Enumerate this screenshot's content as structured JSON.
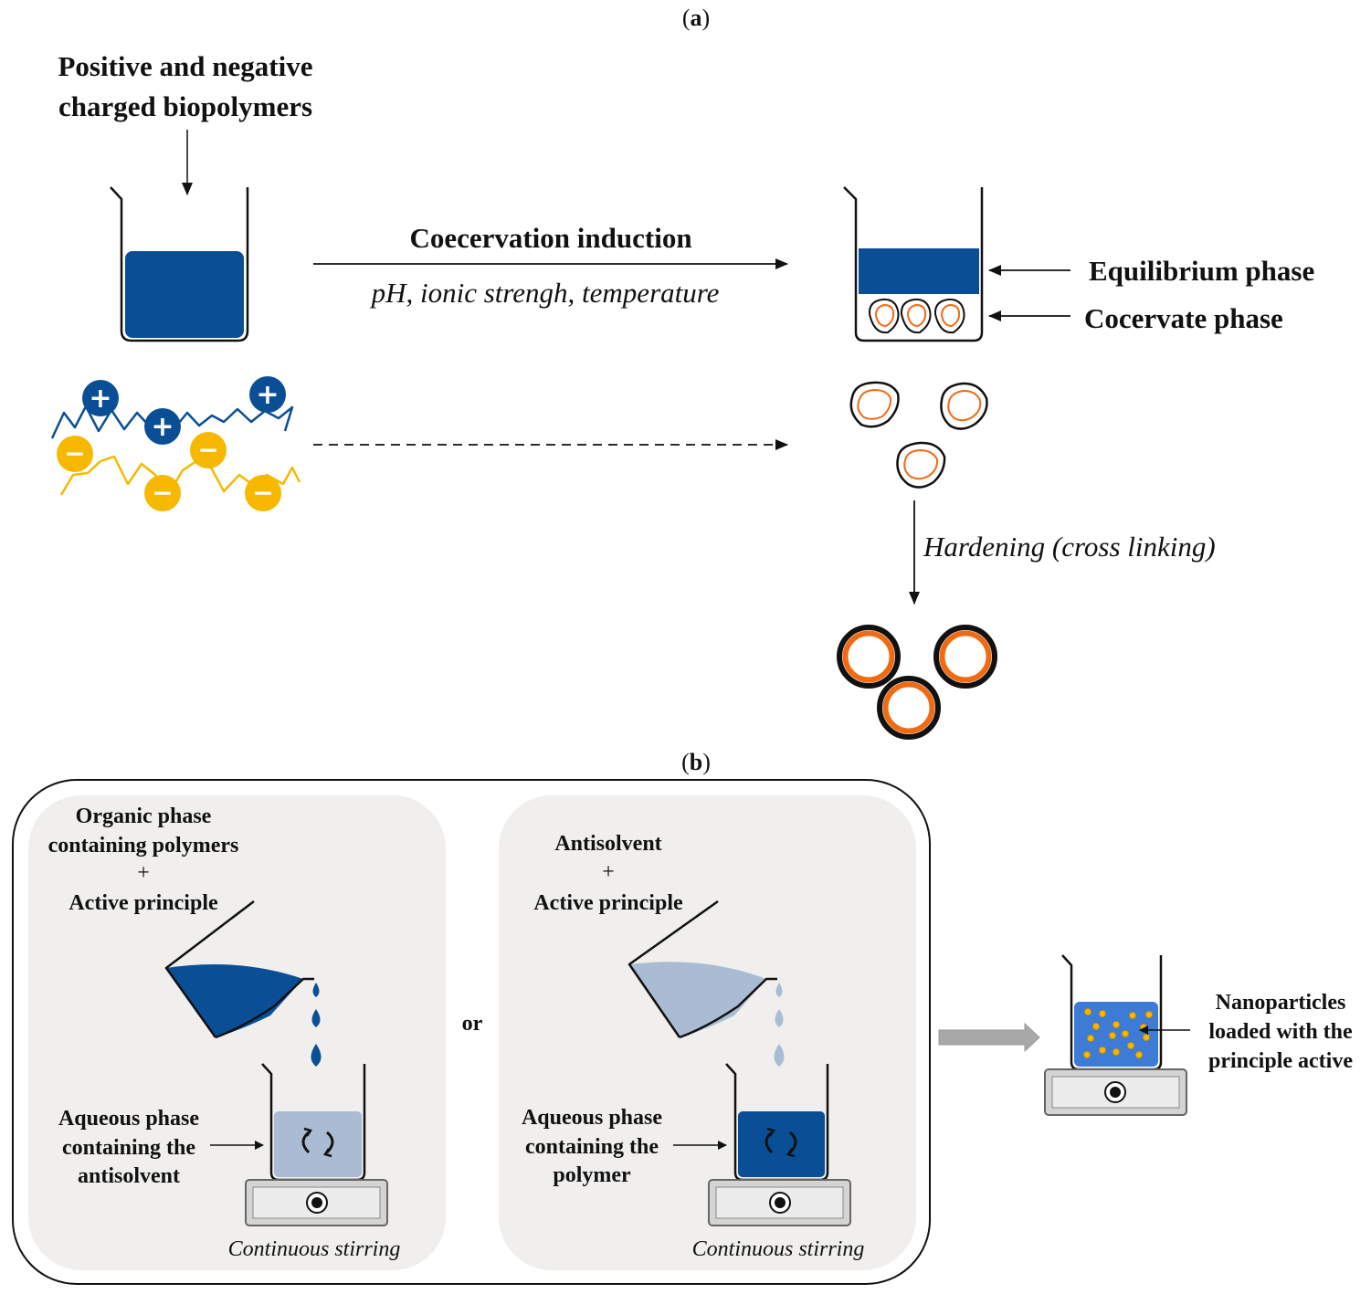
{
  "panel_a": {
    "label_open": "(",
    "label_letter": "a",
    "label_close": ")",
    "input_title_line1": "Positive and negative",
    "input_title_line2": "charged biopolymers",
    "process_title": "Coecervation induction",
    "process_conditions": "pH, ionic strengh, temperature",
    "equilibrium_label": "Equilibrium phase",
    "coacervate_label": "Cocervate phase",
    "hardening_label": "Hardening (cross linking)",
    "plus_sign": "+",
    "minus_sign": "−"
  },
  "panel_b": {
    "label_open": "(",
    "label_letter": "b",
    "label_close": ")",
    "left": {
      "organic_line1": "Organic phase",
      "organic_line2": "containing polymers",
      "plus": "+",
      "active": "Active principle",
      "aqueous_line1": "Aqueous phase",
      "aqueous_line2": "containing  the",
      "aqueous_line3": "antisolvent",
      "stirring": "Continuous stirring"
    },
    "or": "or",
    "right": {
      "antisolvent": "Antisolvent",
      "plus": "+",
      "active": "Active principle",
      "aqueous_line1": "Aqueous phase",
      "aqueous_line2": "containing the",
      "aqueous_line3": "polymer",
      "stirring": "Continuous stirring"
    },
    "result_line1": "Nanoparticles",
    "result_line2": "loaded with the",
    "result_line3": "principle active"
  },
  "colors": {
    "dark_blue": "#0a4f96",
    "light_blue": "#a9bcd3",
    "mid_blue": "#3c7bd6",
    "orange": "#f06a12",
    "yellow": "#f6b900",
    "panel_gray": "#f0efee",
    "stirrer_gray": "#d4d4d4"
  }
}
